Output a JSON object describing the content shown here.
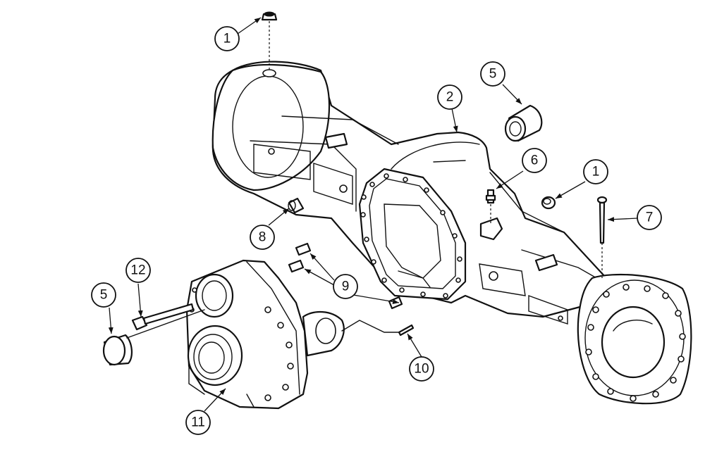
{
  "callouts": [
    {
      "id": "c1a",
      "label": "1"
    },
    {
      "id": "c1b",
      "label": "1"
    },
    {
      "id": "c2",
      "label": "2"
    },
    {
      "id": "c5a",
      "label": "5"
    },
    {
      "id": "c5b",
      "label": "5"
    },
    {
      "id": "c6",
      "label": "6"
    },
    {
      "id": "c7",
      "label": "7"
    },
    {
      "id": "c8",
      "label": "8"
    },
    {
      "id": "c9",
      "label": "9"
    },
    {
      "id": "c10",
      "label": "10"
    },
    {
      "id": "c11",
      "label": "11"
    },
    {
      "id": "c12",
      "label": "12"
    }
  ]
}
